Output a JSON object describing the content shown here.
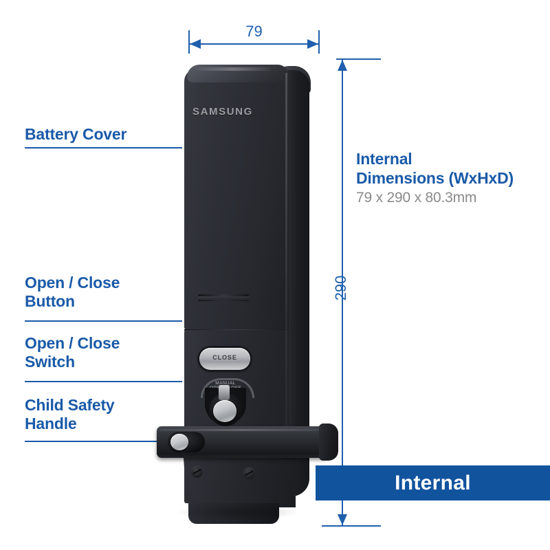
{
  "product": {
    "brand_logo": "SAMSUNG",
    "close_button_label": "CLOSE",
    "switch_arc_label": "MANUAL OPEN/CLOSE"
  },
  "callouts": [
    {
      "id": "battery-cover",
      "label": "Battery Cover"
    },
    {
      "id": "open-close-button",
      "label": "Open / Close\nButton"
    },
    {
      "id": "open-close-switch",
      "label": "Open / Close\nSwitch"
    },
    {
      "id": "child-safety-handle",
      "label": "Child Safety\nHandle"
    }
  ],
  "dimensions": {
    "width_value": "79",
    "height_value": "290",
    "spec_title": "Internal\nDimensions (WxHxD)",
    "spec_value": "79 x 290 x 80.3mm"
  },
  "banner": {
    "label": "Internal"
  },
  "colors": {
    "accent_blue": "#1a5aa8",
    "dimension_blue": "#1f5fad",
    "banner_blue": "#12539e",
    "spec_gray": "#8a8a8a",
    "body_black": "#26282e"
  }
}
